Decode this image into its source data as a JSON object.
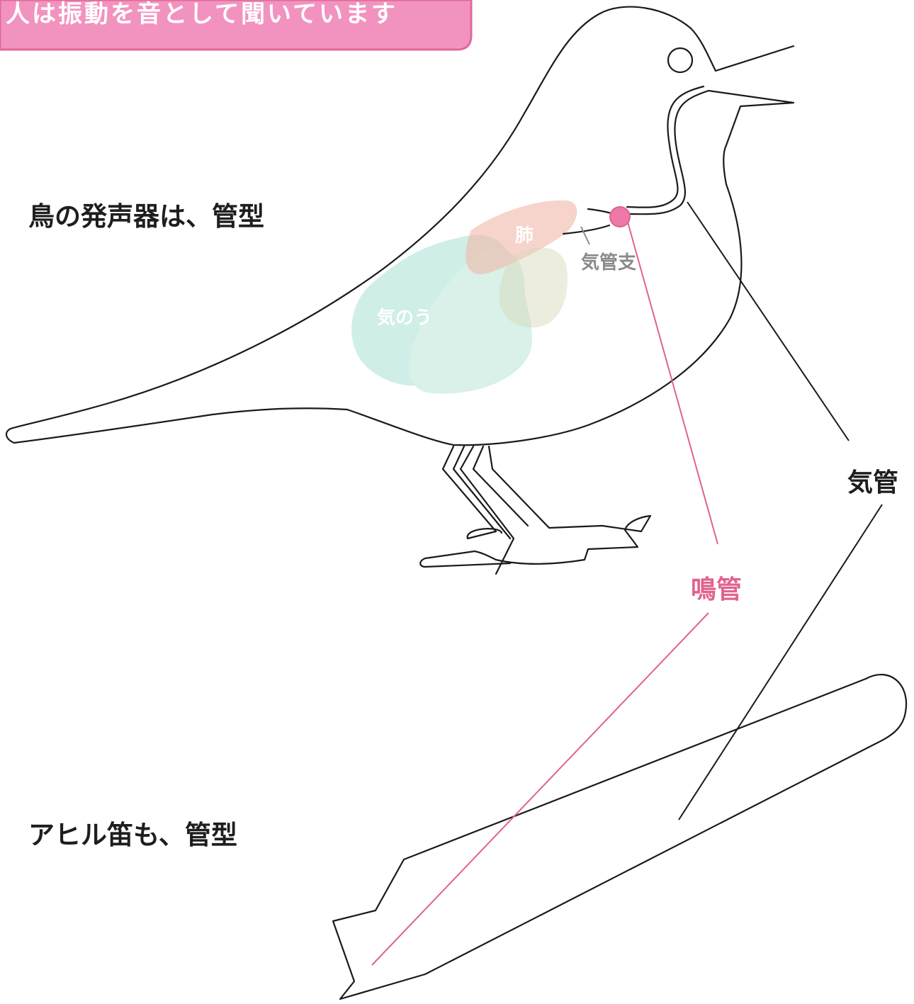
{
  "banner": {
    "text": "人は振動を音として聞いています"
  },
  "labels": {
    "bird_heading": "鳥の発声器は、管型",
    "whistle_heading": "アヒル笛も、管型",
    "trachea": "気管",
    "syrinx": "鳴管",
    "bronchus": "気管支",
    "lung": "肺",
    "air_sac": "気のう"
  },
  "colors": {
    "banner_fill": "#f293bf",
    "banner_border": "#e16a98",
    "syrinx": "#e0628f",
    "lung": "#f0b8a8",
    "air_sac": "#8fd8c8",
    "outline": "#1a1a1a",
    "gray_label": "#8a8a8a"
  }
}
